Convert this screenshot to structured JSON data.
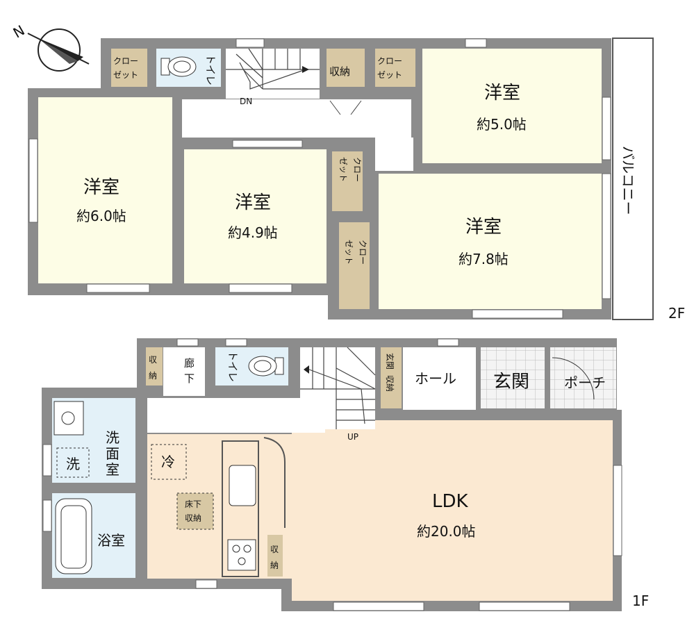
{
  "north": {
    "letter": "N"
  },
  "floor2": {
    "floor_label": "2F",
    "rooms": [
      {
        "name": "洋室",
        "size": "約6.0帖"
      },
      {
        "name": "洋室",
        "size": "約4.9帖"
      },
      {
        "name": "洋室",
        "size": "約5.0帖"
      },
      {
        "name": "洋室",
        "size": "約7.8帖"
      }
    ],
    "closet_1": "クロー",
    "closet_2": "ゼット",
    "storage": "収納",
    "toilet": "トイレ",
    "stair_dir": "DN",
    "balcony": "バルコニー"
  },
  "floor1": {
    "floor_label": "1F",
    "ldk": {
      "name": "LDK",
      "size": "約20.0帖"
    },
    "hall": "ホール",
    "entrance": "玄関",
    "porch": "ポーチ",
    "entrance_storage_1": "玄関",
    "entrance_storage_2": "収納",
    "corridor_1": "廊",
    "corridor_2": "下",
    "storage_1": "収",
    "storage_2": "納",
    "toilet": "トイレ",
    "washroom_1": "洗",
    "washroom_2": "面",
    "washroom_3": "室",
    "washer": "洗",
    "bath": "浴室",
    "fridge": "冷",
    "underfloor_1": "床下",
    "underfloor_2": "収納",
    "stair_dir": "UP"
  },
  "colors": {
    "wall": "#8c8c8c",
    "room_yellow": "#fdfde6",
    "ldk_orange": "#fbe9d2",
    "wet_blue": "#e3f1f8",
    "closet_tan": "#d8c8a4",
    "entrance_grid": "#eeeeee"
  }
}
